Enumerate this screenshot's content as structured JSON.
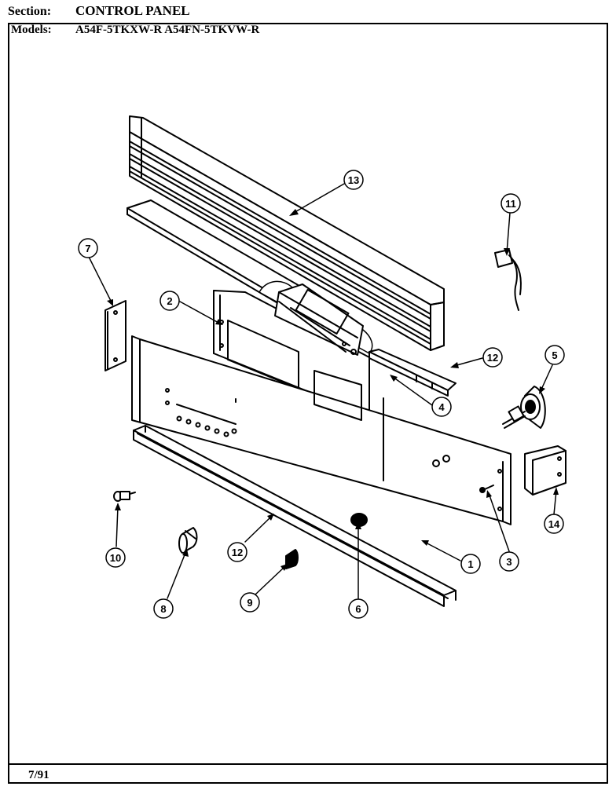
{
  "header": {
    "section_label": "Section:",
    "section_value": "CONTROL PANEL",
    "models_label": "Models:",
    "models_value": "A54F-5TKXW-R  A54FN-5TKVW-R"
  },
  "footer": {
    "date": "7/91"
  },
  "callouts": [
    "1",
    "2",
    "3",
    "4",
    "5",
    "6",
    "7",
    "8",
    "9",
    "10",
    "11",
    "12",
    "12",
    "13",
    "14"
  ]
}
